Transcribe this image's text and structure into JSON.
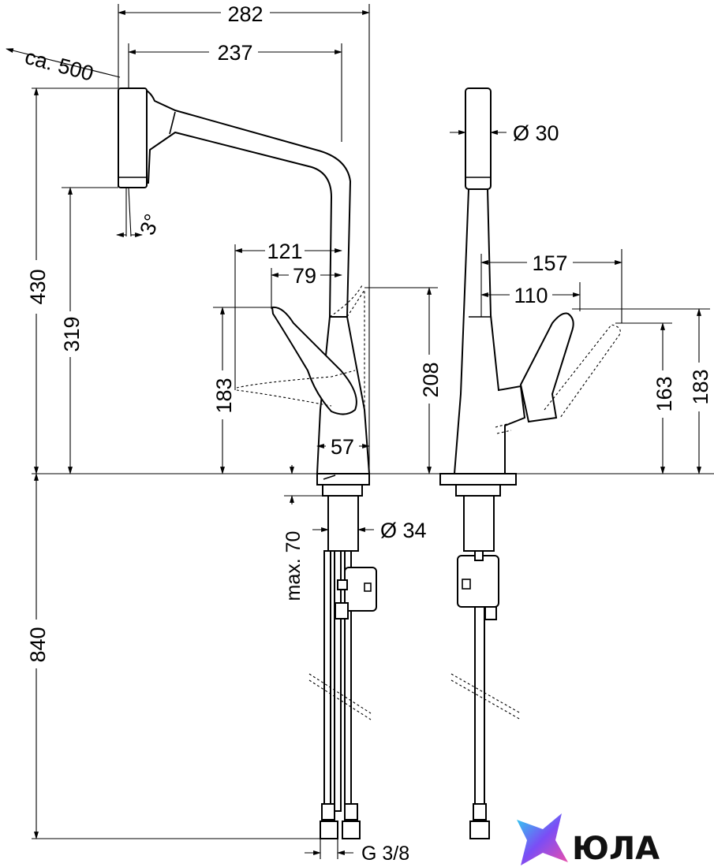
{
  "dimensions": {
    "width_total": "282",
    "width_spout": "237",
    "hose_extension": "ca. 500",
    "height_total": "430",
    "height_outlet": "319",
    "angle": "3°",
    "lever_reach": "121",
    "lever_offset": "79",
    "lever_height_left": "183",
    "body_height": "208",
    "base_width": "57",
    "max_thickness": "max. 70",
    "shank_diameter": "Ø 34",
    "under_counter": "840",
    "connection": "G 3/8",
    "spout_diameter": "Ø 30",
    "side_reach": "157",
    "side_lever": "110",
    "side_height_inner": "163",
    "side_height_outer": "183"
  },
  "logo": {
    "text": "ЮЛА",
    "gradient": [
      "#2bd4f0",
      "#7b4df5",
      "#f04fa8"
    ]
  }
}
